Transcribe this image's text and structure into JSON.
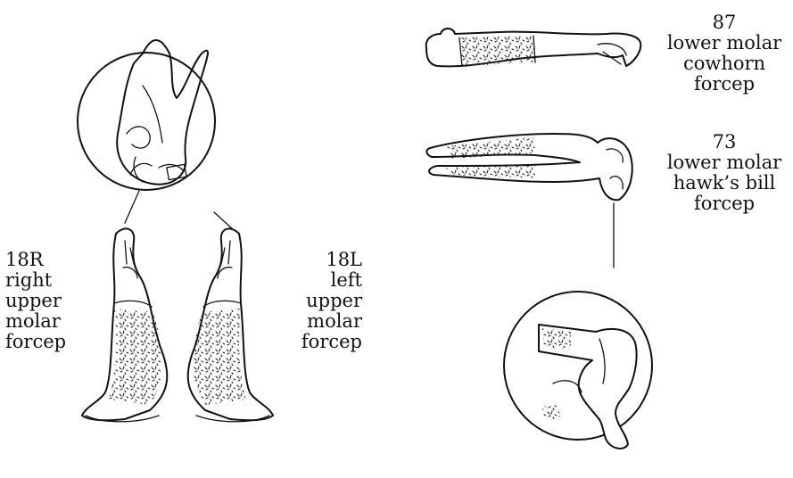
{
  "labels": {
    "forcep_18r": "18R\nright\nupper\nmolar\nforcep",
    "forcep_18l": "18L\nleft\nupper\nmolar\nforcep",
    "forcep_87": "87\nlower molar\ncowhorn\nforcep",
    "forcep_73": "73\nlower molar\nhawk’s bill\nforcep"
  }
}
